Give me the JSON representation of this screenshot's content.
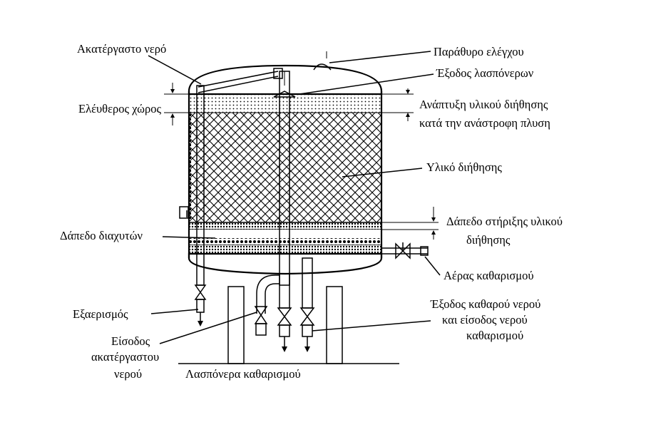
{
  "labels": {
    "raw_water": "Ακατέργαστο νερό",
    "inspection_window": "Παράθυρο ελέγχου",
    "sludge_water_outlet": "Έξοδος λασπόνερων",
    "free_space": "Ελέυθερος χώρος",
    "filter_expansion_line1": "Ανάπτυξη υλικού διήθησης",
    "filter_expansion_line2": "κατά την ανάστροφη πλυση",
    "filter_material": "Υλικό διήθησης",
    "support_floor_line1": "Δάπεδο στήριξης υλικού",
    "support_floor_line2": "διήθησης",
    "diffuser_floor": "Δάπεδο διαχυτών",
    "cleaning_air": "Αέρας καθαρισμού",
    "venting": "Εξαερισμός",
    "clean_water_outlet_line1": "Έξοδος καθαρού νερού",
    "clean_water_outlet_line2": "και είσοδος νερού",
    "clean_water_outlet_line3": "καθαρισμού",
    "raw_water_inlet_line1": "Είσοδος",
    "raw_water_inlet_line2": "ακατέργαστου",
    "raw_water_inlet_line3": "νερού",
    "cleaning_sludge_water": "Λασπόνερα καθαρισμού"
  }
}
